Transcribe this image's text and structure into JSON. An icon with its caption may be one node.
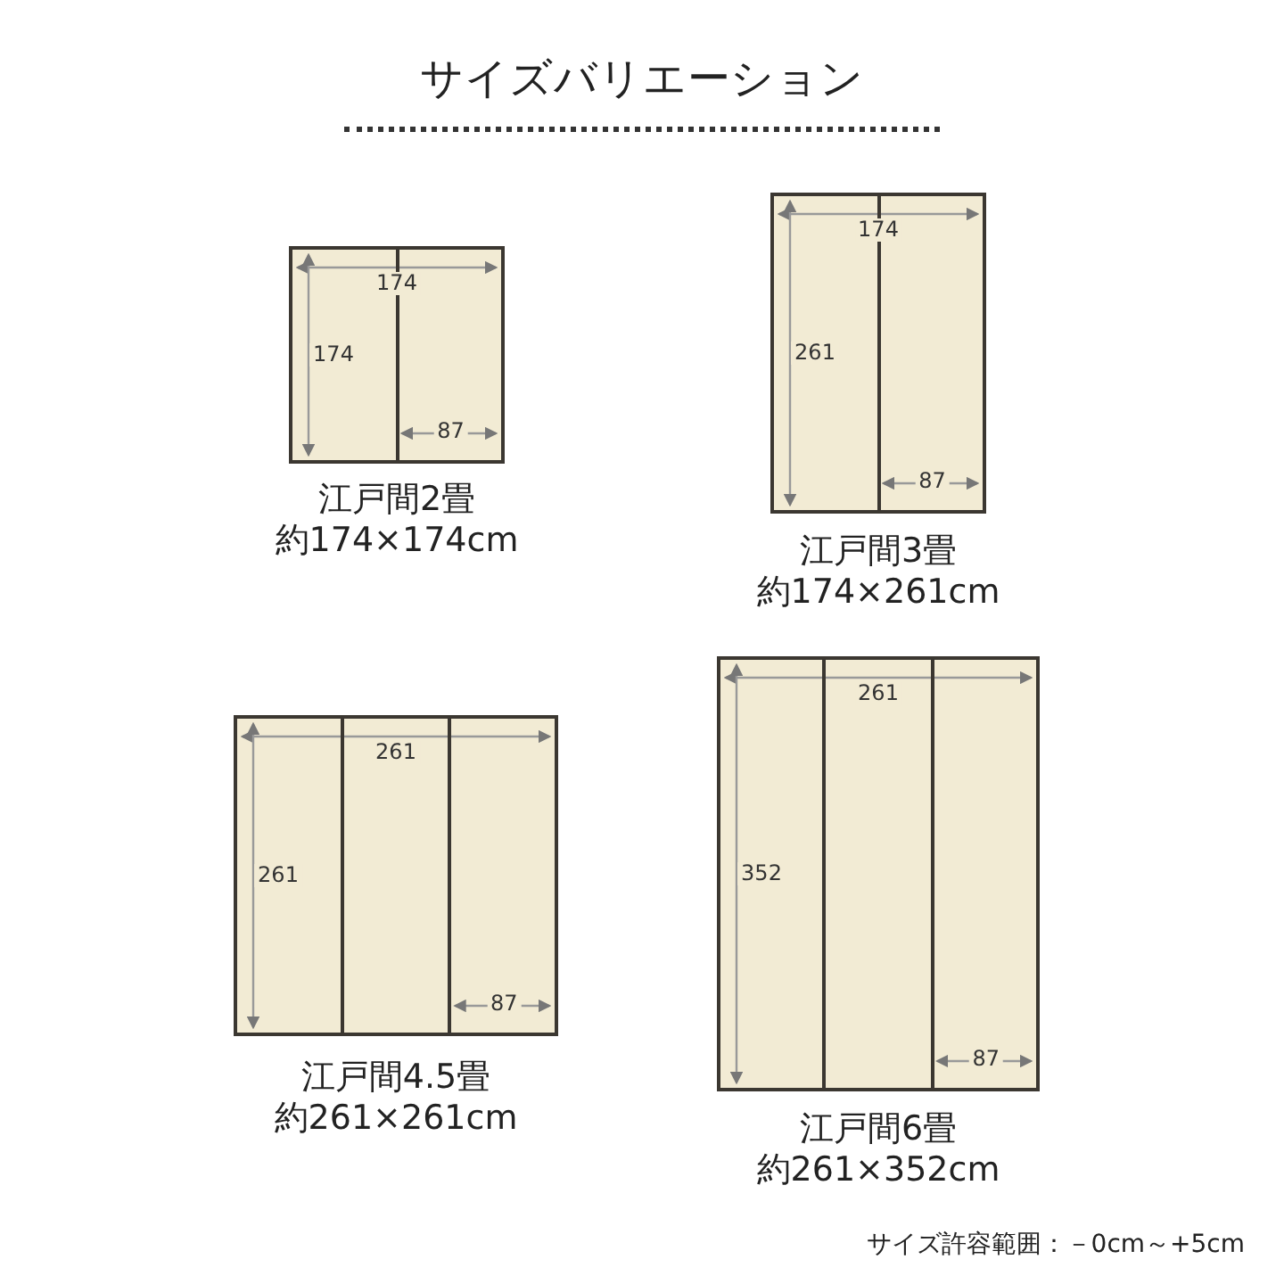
{
  "diagram": {
    "title": "サイズバリエーション",
    "nodes": [
      {
        "text": [],
        "shape": "box",
        "beside": [
          "江戸間2畳",
          "約174×174cm"
        ]
      },
      {
        "text": [],
        "shape": "box",
        "beside": [
          "江戸間3畳",
          "約174×261cm"
        ]
      },
      {
        "text": [],
        "shape": "box",
        "beside": [
          "江戸間4.5畳",
          "約261×261cm"
        ]
      },
      {
        "text": [],
        "shape": "box",
        "beside": [
          "江戸間6畳",
          "約261×352cm"
        ]
      }
    ],
    "labels": [
      "174",
      "174",
      "87",
      "174",
      "261",
      "87",
      "261",
      "261",
      "87",
      "261",
      "352",
      "87",
      "サイズ許容範囲：－0cm～+5cm"
    ]
  }
}
